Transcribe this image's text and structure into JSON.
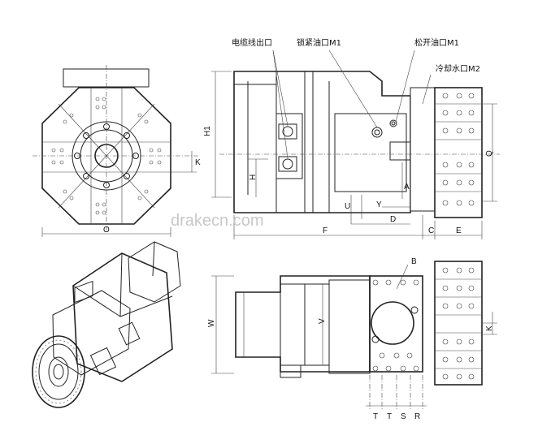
{
  "callouts": {
    "cable_outlet": "电缆线出口",
    "clamp_oil_port": "锁紧油口M1",
    "release_oil_port": "松开油口M1",
    "coolant_port": "冷却水口M2"
  },
  "watermark": "drakecn.com",
  "dims": {
    "O": "O",
    "K_front": "K",
    "H1": "H1",
    "H": "H",
    "Q": "Q",
    "U": "U",
    "Y": "Y",
    "A": "A",
    "D": "D",
    "F": "F",
    "C": "C",
    "E": "E",
    "B": "B",
    "W": "W",
    "V": "V",
    "K_top": "K",
    "T1": "T",
    "T2": "T",
    "S": "S",
    "R": "R"
  }
}
